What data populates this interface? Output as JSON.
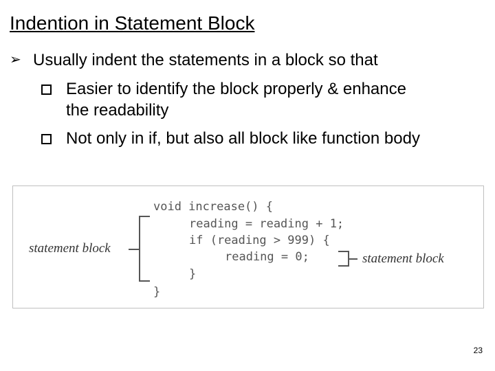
{
  "title": "Indention in Statement Block",
  "bullets": {
    "main": "Usually indent the statements in a block so that",
    "sub1_line1": "Easier to identify the block properly & enhance",
    "sub1_line2": "the readability",
    "sub2": "Not only in if, but also all block like function body"
  },
  "figure": {
    "code_lines": [
      "void increase() {",
      "reading = reading + 1;",
      "if (reading > 999) {",
      "reading = 0;",
      "}",
      "}"
    ],
    "left_label": "statement block",
    "right_label": "statement block"
  },
  "page_number": "23"
}
